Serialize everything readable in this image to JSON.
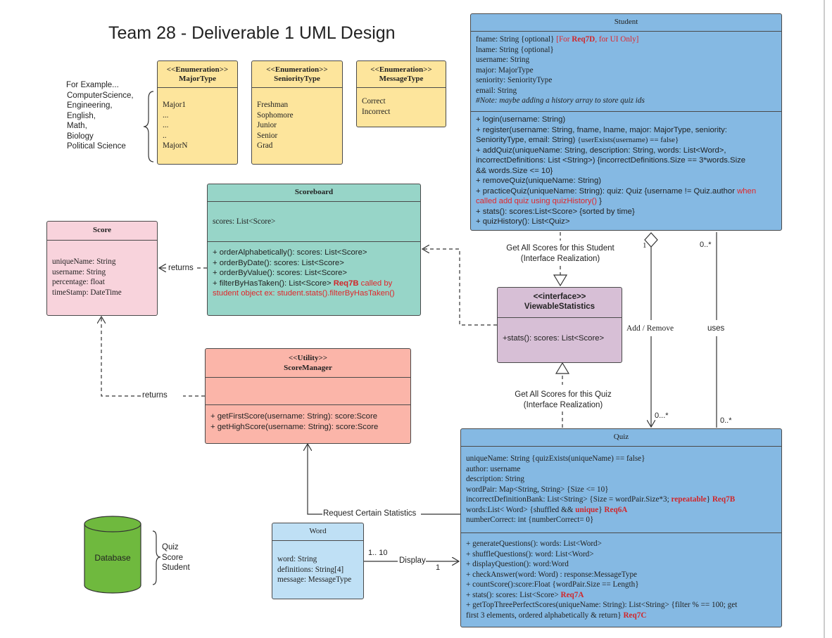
{
  "title": "Team 28 - Deliverable 1 UML Design",
  "example_note": {
    "heading": "For Example...",
    "items": [
      "ComputerScience,",
      "Engineering,",
      "English,",
      "Math,",
      "Biology",
      "Political Science"
    ]
  },
  "enums": {
    "major": {
      "stereotype": "<<Enumeration>>",
      "name": "MajorType",
      "values": [
        "Major1",
        "...",
        "...",
        "..",
        "MajorN"
      ]
    },
    "seniority": {
      "stereotype": "<<Enumeration>>",
      "name": "SeniorityType",
      "values": [
        "Freshman",
        "Sophomore",
        "Junior",
        "Senior",
        "Grad"
      ]
    },
    "message": {
      "stereotype": "<<Enumeration>>",
      "name": "MessageType",
      "values": [
        "Correct",
        "Incorrect"
      ]
    }
  },
  "student": {
    "name": "Student",
    "attr_fname": "fname: String {optional} ",
    "attr_fname_note_a": "[For ",
    "attr_fname_note_b": "Req7D",
    "attr_fname_note_c": ", for UI Only]",
    "attr_lname": "lname: String {optional}",
    "attr_username": "username: String",
    "attr_major": "major: MajorType",
    "attr_seniority": "seniority: SeniorityType",
    "attr_email": "email: String",
    "attr_note": "#Note: maybe adding a history array to store quiz ids",
    "m1": "+ login(username: String)",
    "m2a": "+ register(username: String, fname, lname, major: MajorType, seniority:",
    "m2b": "SeniorityType, email: String) ",
    "m2b_c": "{userExists(username) == false}",
    "m3a": "+ addQuiz(uniqueName: String,  description: String,  words: List<Word>,",
    "m3b": "incorrectDefinitions: List <String>) ",
    "m3b_c": "{incorrectDefinitions.Size == 3*words.Size",
    "m3c": "&& words.Size <= 10}",
    "m4": "+ removeQuiz(uniqueName: String)",
    "m5a": "+ practiceQuiz(uniqueName: String): quiz: Quiz {username != Quiz.author ",
    "m5a_red": "when",
    "m5b_red": "called add quiz using quizHistory()",
    "m5b_end": " }",
    "m6": "+ stats(): scores:List<Score> {sorted by time}",
    "m7": "+ quizHistory(): List<Quiz>"
  },
  "scoreboard": {
    "name": "Scoreboard",
    "attr": "scores: List<Score>",
    "m1": "+ orderAlphabetically(): scores: List<Score>",
    "m2": "+ orderByDate(): scores: List<Score>",
    "m3": "+ orderByValue(): scores: List<Score>",
    "m4a": "+ filterByHasTaken(): List<Score> ",
    "m4_req": "Req7B",
    "m4_red": " called by",
    "m4b_red": "student  object ex: student.stats().filterByHasTaken()"
  },
  "score": {
    "name": "Score",
    "attrs": [
      "uniqueName: String",
      "username: String",
      "percentage: float",
      "timeStamp: DateTime"
    ]
  },
  "score_manager": {
    "stereotype": "<<Utility>>",
    "name": "ScoreManager",
    "m1": "+ getFirstScore(username: String): score:Score",
    "m2": "+ getHighScore(username: String): score:Score"
  },
  "viewable": {
    "stereotype": "<<interface>>",
    "name": "ViewableStatistics",
    "m1": "+stats(): scores: List<Score>"
  },
  "quiz": {
    "name": "Quiz",
    "a1": "uniqueName: String {quizExists(uniqueName) == false}",
    "a2": "author: username",
    "a3": "description: String",
    "a4": "wordPair: Map<String, String>  {Size <= 10}",
    "a5": "incorrectDefinitionBank: List<String> {Size = wordPair.Size*3; ",
    "a5_red": "repeatable",
    "a5_end": "} ",
    "a5_req": "Req7B",
    "a6": "words:List< Word> {shuffled && ",
    "a6_red": "unique",
    "a6_end": "} ",
    "a6_req": "Req6A",
    "a7": "numberCorrect: int {numberCorrect= 0}",
    "m1": "+ generateQuestions(): words: List<Word>",
    "m2": "+ shuffleQuestions(): word: List<Word>",
    "m3": "+ displayQuestion(): word:Word",
    "m4": "+ checkAnswer(word: Word) : response:MessageType",
    "m5": "+ countScore():score:Float {wordPair.Size == Length}",
    "m6": "+ stats(): scores: List<Score> ",
    "m6_req": "Req7A",
    "m7a": "+ getTopThreePerfectScores(uniqueName: String): List<String> {filter  % == 100; get",
    "m7b": "first 3 elements, ordered alphabetically & return} ",
    "m7_req": "Req7C"
  },
  "word": {
    "name": "Word",
    "attrs": [
      "word: String",
      "definitions: String[4]",
      "message: MessageType"
    ]
  },
  "database": {
    "label": "Database",
    "items": [
      "Quiz",
      "Score",
      "Student"
    ]
  },
  "connectors": {
    "student_viewable": [
      "Get All Scores for this Student",
      "(Interface Realization)"
    ],
    "quiz_viewable": [
      "Get All Scores for this Quiz",
      "(Interface Realization)"
    ],
    "returns_scoreboard": "returns",
    "returns_manager": "returns",
    "request_stats": "Request Certain Statistics",
    "display": "Display",
    "word_mult_left": "1.. 10",
    "word_mult_right": "1",
    "add_remove": "Add / Remove",
    "uses": "uses",
    "agg_mult_top": "1",
    "agg_mult_bottom": "0...*",
    "uses_mult_top": "0..*",
    "uses_mult_bottom": "0..*"
  },
  "colors": {
    "student_quiz": "#85b9e3",
    "enumeration": "#fde59c",
    "scoreboard": "#97d5c8",
    "score": "#f8d3dc",
    "score_manager": "#fbb5a9",
    "interface": "#d7bfd6",
    "word": "#bfe0f5",
    "database": "#6fb93e",
    "requirement_red": "#e0262a"
  }
}
